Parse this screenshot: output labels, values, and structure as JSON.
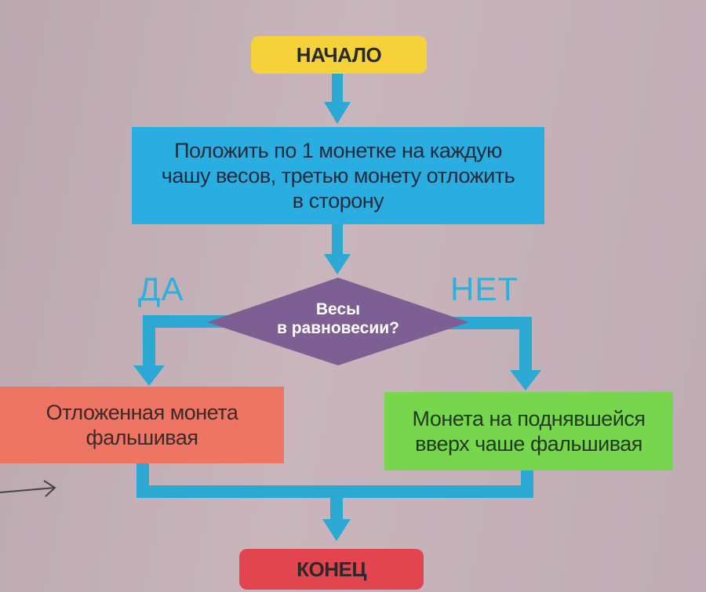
{
  "flowchart": {
    "start": {
      "label": "НАЧАЛО",
      "color": "#f6d23a"
    },
    "process": {
      "lines": [
        "Положить по 1 монетке на каждую",
        "чашу весов, третью монету отложить",
        "в сторону"
      ],
      "color": "#2aaee2"
    },
    "decision": {
      "lines": [
        "Весы",
        "в равновесии?"
      ],
      "color": "#7d5f93"
    },
    "branch_yes": {
      "label": "ДА"
    },
    "branch_no": {
      "label": "НЕТ"
    },
    "outcome_yes": {
      "lines": [
        "Отложенная монета",
        "фальшивая"
      ],
      "color": "#ee7463"
    },
    "outcome_no": {
      "lines": [
        "Монета на поднявшейся",
        "вверх чаше фальшивая"
      ],
      "color": "#78d64e"
    },
    "end": {
      "label": "КОНЕЦ",
      "color": "#e2454f"
    },
    "connector_color": "#2ba8d4"
  }
}
